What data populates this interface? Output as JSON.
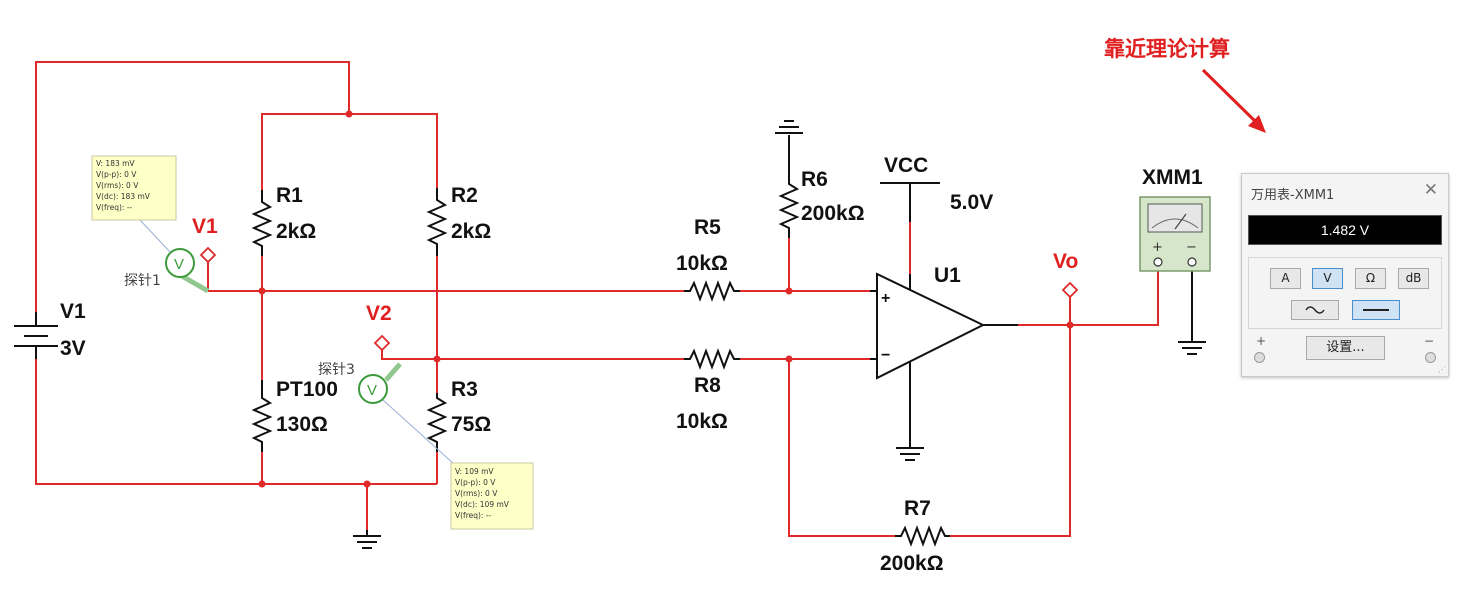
{
  "annotation": {
    "text": "靠近理论计算"
  },
  "components": {
    "v1_source": {
      "name": "V1",
      "value": "3V"
    },
    "r1": {
      "name": "R1",
      "value": "2kΩ"
    },
    "r2": {
      "name": "R2",
      "value": "2kΩ"
    },
    "pt100": {
      "name": "PT100",
      "value": "130Ω"
    },
    "r3": {
      "name": "R3",
      "value": "75Ω"
    },
    "r5": {
      "name": "R5",
      "value": "10kΩ"
    },
    "r6": {
      "name": "R6",
      "value": "200kΩ"
    },
    "r7": {
      "name": "R7",
      "value": "200kΩ"
    },
    "r8": {
      "name": "R8",
      "value": "10kΩ"
    },
    "u1": {
      "name": "U1"
    },
    "vcc": {
      "name": "VCC",
      "value": "5.0V"
    },
    "xmm1": {
      "name": "XMM1"
    }
  },
  "nodes": {
    "v1": "V1",
    "v2": "V2",
    "vo": "Vo"
  },
  "probes": {
    "probe1": {
      "label": "探针1",
      "lines": [
        "V: 183 mV",
        "V(p-p): 0 V",
        "V(rms): 0 V",
        "V(dc): 183 mV",
        "V(freq): --"
      ]
    },
    "probe3": {
      "label": "探针3",
      "lines": [
        "V: 109 mV",
        "V(p-p): 0 V",
        "V(rms): 0 V",
        "V(dc): 109 mV",
        "V(freq): --"
      ]
    }
  },
  "multimeter": {
    "title": "万用表-XMM1",
    "reading": "1.482 V",
    "modes": [
      "A",
      "V",
      "Ω",
      "dB"
    ],
    "active_mode": "V",
    "settings_label": "设置...",
    "plus": "+",
    "minus": "−",
    "accent_color": "#4a8fcc"
  },
  "colors": {
    "wire": "#e02a2a",
    "annotation": "#e02020",
    "tooltip_bg": "#ffffc8",
    "probe": "#3c9a3c"
  }
}
